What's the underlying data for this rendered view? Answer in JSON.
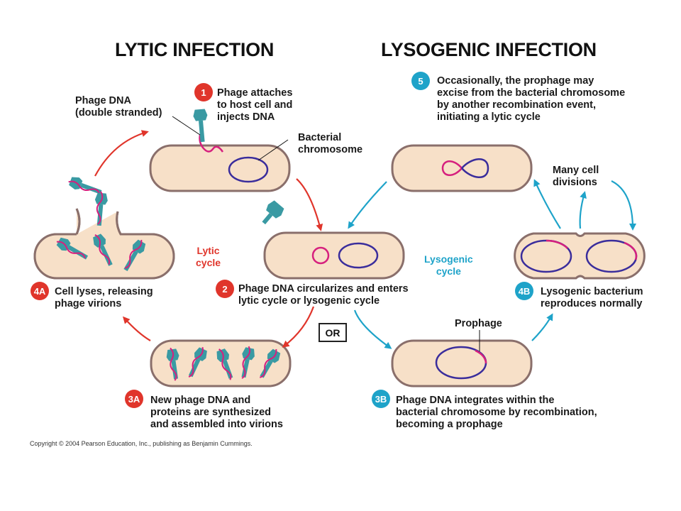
{
  "titles": {
    "lytic": "LYTIC INFECTION",
    "lysogenic": "LYSOGENIC INFECTION"
  },
  "labels": {
    "phage_dna": [
      "Phage DNA",
      "(double stranded)"
    ],
    "bacterial_chromosome": [
      "Bacterial",
      "chromosome"
    ],
    "prophage": "Prophage",
    "many_divisions": [
      "Many cell",
      "divisions"
    ]
  },
  "steps": {
    "s1": {
      "badge": "1",
      "lines": [
        "Phage attaches",
        "to host cell and",
        "injects DNA"
      ]
    },
    "s2": {
      "badge": "2",
      "lines": [
        "Phage DNA circularizes and enters",
        "lytic cycle or lysogenic cycle"
      ]
    },
    "s3a": {
      "badge": "3A",
      "lines": [
        "New phage DNA and",
        "proteins are synthesized",
        "and assembled into virions"
      ]
    },
    "s4a": {
      "badge": "4A",
      "lines": [
        "Cell lyses, releasing",
        "phage virions"
      ]
    },
    "s3b": {
      "badge": "3B",
      "lines": [
        "Phage DNA integrates within the",
        "bacterial chromosome by recombination,",
        "becoming a prophage"
      ]
    },
    "s4b": {
      "badge": "4B",
      "lines": [
        "Lysogenic bacterium",
        "reproduces normally"
      ]
    },
    "s5": {
      "badge": "5",
      "lines": [
        "Occasionally, the prophage may",
        "excise from the bacterial chromosome",
        "by another recombination event,",
        "initiating a lytic cycle"
      ]
    }
  },
  "cycles": {
    "lytic": [
      "Lytic",
      "cycle"
    ],
    "lysogenic": [
      "Lysogenic",
      "cycle"
    ]
  },
  "or_label": "OR",
  "copyright": "Copyright © 2004 Pearson Education, Inc., publishing as Benjamin Cummings.",
  "colors": {
    "lytic_accent": "#e0352b",
    "lysogenic_accent": "#1ea3c9",
    "cell_fill": "#f7e0c8",
    "cell_border": "#8a6f6b",
    "chromosome": "#3a2d9c",
    "phage_dna": "#d6207e",
    "phage_body": "#3a9aa3"
  }
}
